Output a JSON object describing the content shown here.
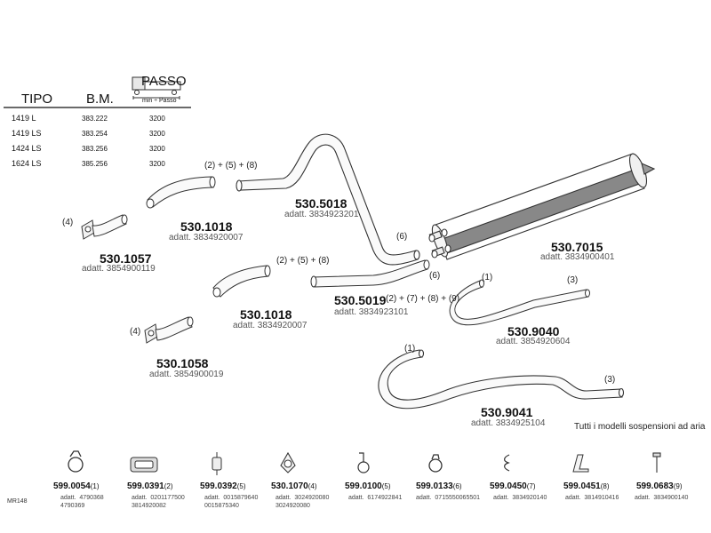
{
  "table": {
    "headers": {
      "tipo": "TIPO",
      "bm": "B.M.",
      "passo": "PASSO"
    },
    "passo_small": "min ÷ Passo",
    "rows": [
      {
        "tipo": "1419  L",
        "bm": "383.222",
        "passo": "3200"
      },
      {
        "tipo": "1419  LS",
        "bm": "383.254",
        "passo": "3200"
      },
      {
        "tipo": "1424  LS",
        "bm": "383.256",
        "passo": "3200"
      },
      {
        "tipo": "1624  LS",
        "bm": "385.256",
        "passo": "3200"
      }
    ]
  },
  "parts": {
    "p1057": {
      "code": "530.1057",
      "adatt": "adatt.  3854900119",
      "callout": "(4)"
    },
    "p1018a": {
      "code": "530.1018",
      "adatt": "adatt.  3834920007",
      "callout": "(2) + (5) + (8)"
    },
    "p5018": {
      "code": "530.5018",
      "adatt": "adatt.  3834923201",
      "callout": "(6)"
    },
    "p7015": {
      "code": "530.7015",
      "adatt": "adatt.  3834900401"
    },
    "p1018b": {
      "code": "530.1018",
      "adatt": "adatt.  3834920007",
      "callout": "(2) + (5) + (8)"
    },
    "p5019": {
      "code": "530.5019",
      "callout_inline": "(2) + (7) + (8) + (9)",
      "adatt": "adatt.  3834923101",
      "callout": "(6)"
    },
    "p1058": {
      "code": "530.1058",
      "adatt": "adatt.  3854900019",
      "callout": "(4)"
    },
    "p9040": {
      "code": "530.9040",
      "adatt": "adatt.  3854920604",
      "callout1": "(1)",
      "callout3": "(3)"
    },
    "p9041": {
      "code": "530.9041",
      "adatt": "adatt.  3834925104",
      "callout1": "(1)",
      "callout3": "(3)"
    }
  },
  "note": "Tutti i modelli sospensioni ad aria",
  "page_ref": "MR148",
  "bottom_parts": [
    {
      "code": "599.0054",
      "qty": "(1)",
      "adatt": "adatt.  4790368\n4790369",
      "icon": "clamp-icon"
    },
    {
      "code": "599.0391",
      "qty": "(2)",
      "adatt": "adatt.  0201177500\n3814920082",
      "icon": "gasket-icon"
    },
    {
      "code": "599.0392",
      "qty": "(5)",
      "adatt": "adatt.  0015879640\n0015875340",
      "icon": "rubber-mount-icon"
    },
    {
      "code": "530.1070",
      "qty": "(4)",
      "adatt": "adatt.  3024920080\n3024920080",
      "icon": "flange-gasket-icon"
    },
    {
      "code": "599.0100",
      "qty": "(5)",
      "adatt": "adatt.  6174922841",
      "icon": "hanger-icon"
    },
    {
      "code": "599.0133",
      "qty": "(6)",
      "adatt": "adatt.  0715550065501",
      "icon": "ring-clamp-icon"
    },
    {
      "code": "599.0450",
      "qty": "(7)",
      "adatt": "adatt.  3834920140",
      "icon": "spring-hook-icon"
    },
    {
      "code": "599.0451",
      "qty": "(8)",
      "adatt": "adatt.  3814910416",
      "icon": "bracket-icon"
    },
    {
      "code": "599.0683",
      "qty": "(9)",
      "adatt": "adatt.  3834900140",
      "icon": "bolt-icon"
    }
  ]
}
